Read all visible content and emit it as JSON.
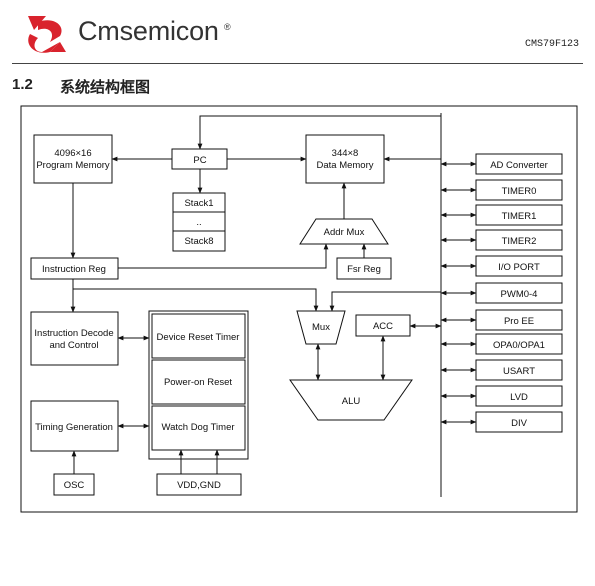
{
  "header": {
    "brand": "Cmsemicon",
    "reg_mark": "®",
    "part_number": "CMS79F123",
    "logo": "cmsemicon-logo",
    "brand_color": "#d9232d"
  },
  "section": {
    "number": "1.2",
    "title": "系统结构框图"
  },
  "diagram": {
    "program_memory": [
      "4096×16",
      "Program Memory"
    ],
    "pc": "PC",
    "stack": [
      "Stack1",
      "..",
      "Stack8"
    ],
    "data_memory": [
      "344×8",
      "Data Memory"
    ],
    "addr_mux": "Addr Mux",
    "instruction_reg": "Instruction Reg",
    "fsr_reg": "Fsr Reg",
    "instruction_decode": [
      "Instruction Decode",
      "and Control"
    ],
    "reset_block": [
      "Device Reset Timer",
      "Power-on Reset",
      "Watch Dog Timer"
    ],
    "timing_generation": "Timing Generation",
    "mux": "Mux",
    "acc": "ACC",
    "alu": "ALU",
    "osc": "OSC",
    "vdd_gnd": "VDD,GND",
    "peripherals": [
      "AD Converter",
      "TIMER0",
      "TIMER1",
      "TIMER2",
      "I/O PORT",
      "PWM0-4",
      "Pro EE",
      "OPA0/OPA1",
      "USART",
      "LVD",
      "DIV"
    ]
  }
}
